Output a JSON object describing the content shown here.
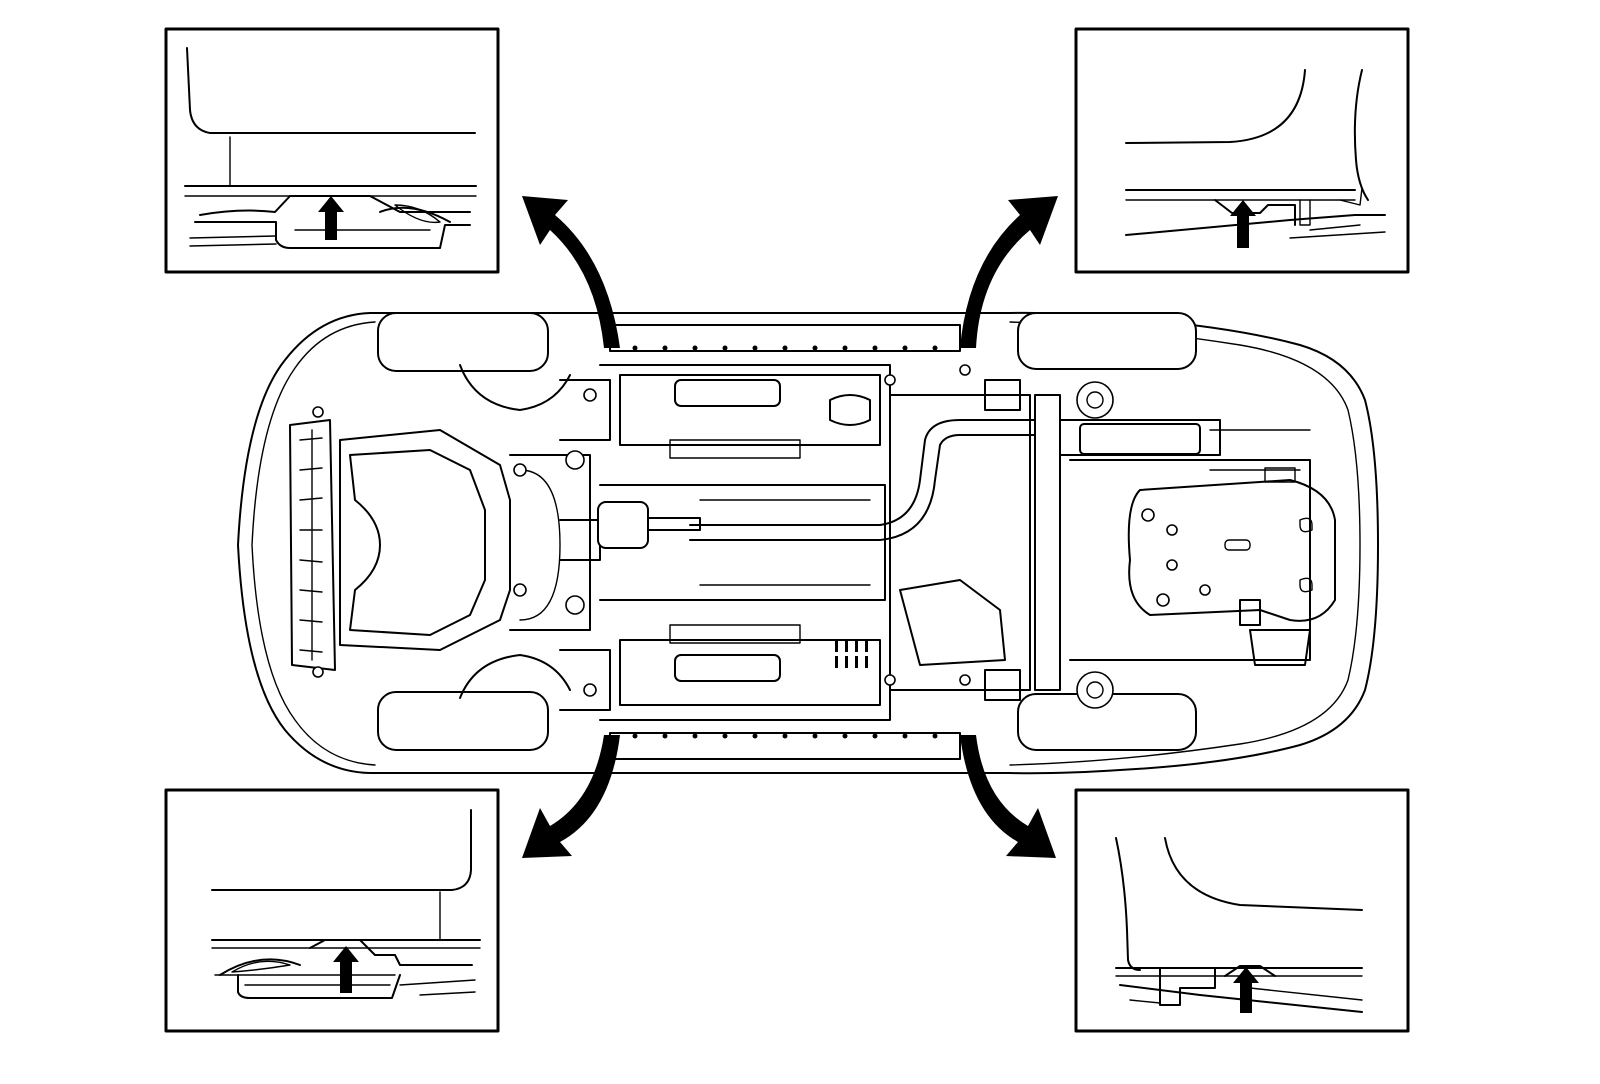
{
  "diagram": {
    "subject": "vehicle-underbody-lift-points",
    "view": "bottom",
    "insets": [
      {
        "id": "front-left",
        "corner": "top-left",
        "callout": "arrow-up"
      },
      {
        "id": "rear-left",
        "corner": "top-right",
        "callout": "arrow-up"
      },
      {
        "id": "front-right",
        "corner": "bottom-left",
        "callout": "arrow-up"
      },
      {
        "id": "rear-right",
        "corner": "bottom-right",
        "callout": "arrow-up"
      }
    ],
    "colors": {
      "line": "#000000",
      "background": "#ffffff"
    }
  }
}
